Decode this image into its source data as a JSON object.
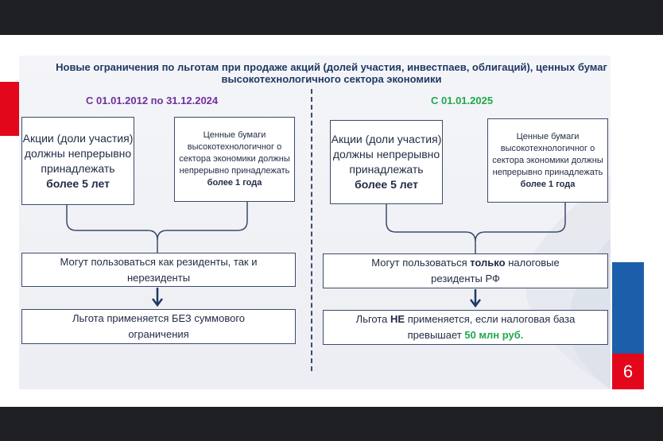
{
  "title": {
    "line1": "Новые ограничения по льготам при продаже акций (долей участия, инвестпаев, облигаций), ценных бумаг",
    "line2": "высокотехнологичного сектора экономики"
  },
  "left": {
    "period": "С 01.01.2012 по 31.12.2024",
    "box1": {
      "text": "Акции (доли участия) должны непрерывно принадлежать",
      "bold": "более 5 лет"
    },
    "box2": {
      "text": "Ценные бумаги высокотехнологичног о сектора экономики должны непрерывно принадлежать",
      "bold": "более 1 года"
    },
    "box3": {
      "text": "Могут пользоваться как резиденты, так и нерезиденты"
    },
    "box4": {
      "text": "Льгота применяется БЕЗ суммового ограничения"
    }
  },
  "right": {
    "period": "С 01.01.2025",
    "box1": {
      "text": "Акции (доли участия) должны непрерывно принадлежать",
      "bold": "более 5 лет"
    },
    "box2": {
      "text": "Ценные бумаги высокотехнологичног о сектора экономики должны непрерывно принадлежать",
      "bold": "более 1 года"
    },
    "box3": {
      "pre": "Могут пользоваться",
      "bold": "только",
      "post": "налоговые резиденты РФ"
    },
    "box4": {
      "pre": "Льгота",
      "bold": "НЕ",
      "mid": "применяется, если налоговая база превышает",
      "highlight": "50 млн руб."
    }
  },
  "page_number": "6",
  "colors": {
    "title": "#1f3864",
    "left_period": "#7030a0",
    "right_period": "#1fa84f",
    "accent_red": "#e3071b",
    "accent_blue": "#1d5eaa"
  }
}
